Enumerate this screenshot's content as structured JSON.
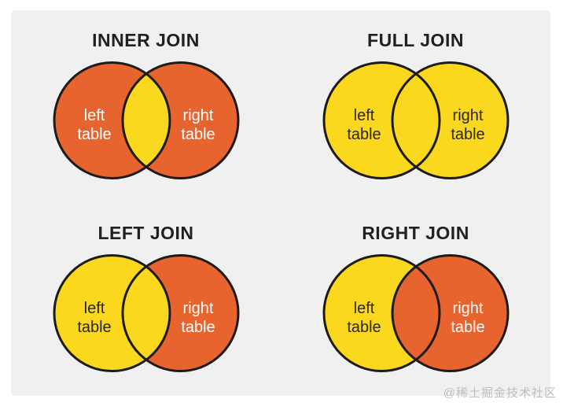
{
  "page": {
    "background_color": "#ffffff",
    "panel_color": "#f1f0f0",
    "watermark": "@稀土掘金技术社区"
  },
  "colors": {
    "orange": "#e7642e",
    "yellow": "#f9d81d",
    "outline": "#1d1b1a",
    "label_light": "#ffffff",
    "label_dark": "#2b2523"
  },
  "diagrams": [
    {
      "title": "INNER JOIN",
      "left_label": [
        "left",
        "table"
      ],
      "right_label": [
        "right",
        "table"
      ],
      "fills": {
        "left": "#e7642e",
        "right": "#e7642e",
        "intersection": "#f9d81d"
      },
      "text_colors": {
        "left": "#ffffff",
        "right": "#ffffff"
      }
    },
    {
      "title": "FULL JOIN",
      "left_label": [
        "left",
        "table"
      ],
      "right_label": [
        "right",
        "table"
      ],
      "fills": {
        "left": "#f9d81d",
        "right": "#f9d81d",
        "intersection": "#f9d81d"
      },
      "text_colors": {
        "left": "#2b2523",
        "right": "#2b2523"
      }
    },
    {
      "title": "LEFT JOIN",
      "left_label": [
        "left",
        "table"
      ],
      "right_label": [
        "right",
        "table"
      ],
      "fills": {
        "left": "#f9d81d",
        "right": "#e7642e",
        "intersection": "#f9d81d"
      },
      "text_colors": {
        "left": "#2b2523",
        "right": "#ffffff"
      }
    },
    {
      "title": "RIGHT JOIN",
      "left_label": [
        "left",
        "table"
      ],
      "right_label": [
        "right",
        "table"
      ],
      "fills": {
        "left": "#f9d81d",
        "right": "#e7642e",
        "intersection": "#e7642e"
      },
      "text_colors": {
        "left": "#2b2523",
        "right": "#ffffff"
      }
    }
  ]
}
